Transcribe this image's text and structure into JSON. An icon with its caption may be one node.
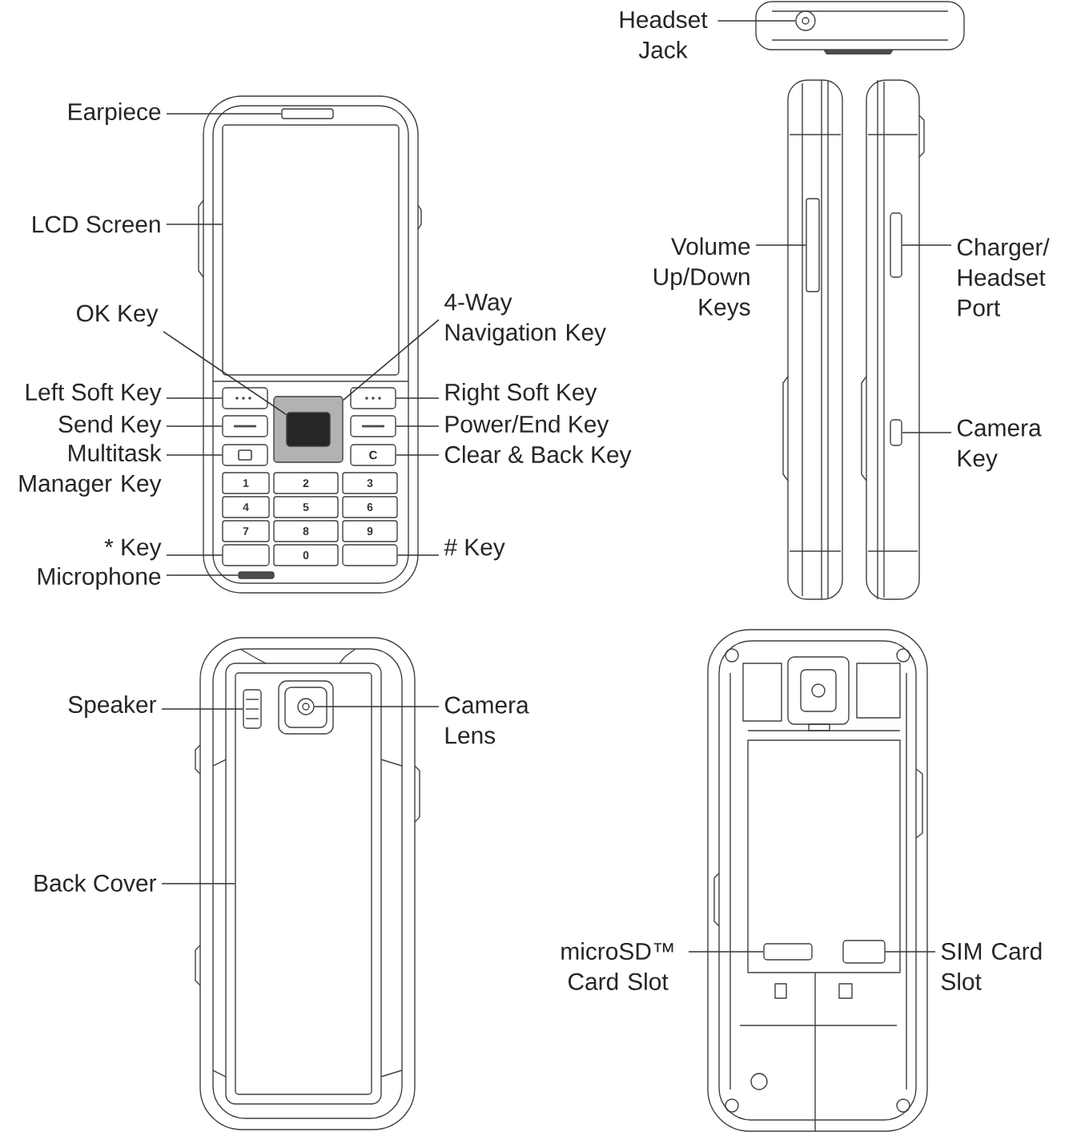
{
  "diagram": {
    "nodes": [
      {
        "text": [
          "Earpiece"
        ]
      },
      {
        "text": [],
        "shape": "bar"
      },
      {
        "text": [
          "LCD Screen"
        ]
      },
      {
        "text": [],
        "shape": "box"
      },
      {
        "text": [
          "OK Key"
        ]
      },
      {
        "text": [
          "4-Way Navigation Key"
        ]
      },
      {
        "text": [],
        "shape": "box"
      },
      {
        "text": [],
        "shape": "box",
        "in": 6
      },
      {
        "text": [
          "Left Soft Key"
        ]
      },
      {
        "text": [],
        "shape": "box"
      },
      {
        "text": [
          "Right Soft Key"
        ]
      },
      {
        "text": [],
        "shape": "box"
      },
      {
        "text": [
          "Send Key"
        ]
      },
      {
        "text": [],
        "shape": "box"
      },
      {
        "text": [
          "Power/End Key"
        ]
      },
      {
        "text": [],
        "shape": "box"
      },
      {
        "text": [
          "Multitask Manager Key"
        ]
      },
      {
        "text": [],
        "shape": "box"
      },
      {
        "text": [
          "Clear & Back Key"
        ]
      },
      {
        "text": [
          "C"
        ]
      },
      {
        "text": [
          "* Key"
        ]
      },
      {
        "text": [],
        "shape": "box"
      },
      {
        "text": [
          "# Key"
        ]
      },
      {
        "text": [],
        "shape": "box"
      },
      {
        "text": [
          "Microphone"
        ]
      },
      {
        "text": [],
        "shape": "bar"
      },
      {
        "text": [
          "Headset Jack"
        ]
      },
      {
        "text": [],
        "shape": "circle"
      },
      {
        "text": [
          "Volume Up/Down Keys"
        ]
      },
      {
        "text": [],
        "shape": "bar"
      },
      {
        "text": [
          "Charger/ Headset Port"
        ]
      },
      {
        "text": [],
        "shape": "box"
      },
      {
        "text": [
          "Camera Key"
        ]
      },
      {
        "text": [],
        "shape": "box"
      },
      {
        "text": [],
        "shape": "box"
      },
      {
        "text": [
          "Speaker"
        ]
      },
      {
        "text": [],
        "shape": "box",
        "in": 34
      },
      {
        "text": [
          "Camera Lens"
        ]
      },
      {
        "text": [],
        "shape": "circle",
        "in": 34
      },
      {
        "text": [
          "Back Cover"
        ]
      },
      {
        "text": [
          "microSD™ Card Slot"
        ]
      },
      {
        "text": [],
        "shape": "box"
      },
      {
        "text": [
          "SIM Card Slot"
        ]
      },
      {
        "text": [],
        "shape": "box"
      }
    ],
    "edges": [
      {
        "from": 0,
        "to": 1,
        "arrow": "none"
      },
      {
        "from": 2,
        "to": 3,
        "arrow": "none"
      },
      {
        "from": 4,
        "to": 7,
        "arrow": "none"
      },
      {
        "from": 5,
        "to": 6,
        "arrow": "none"
      },
      {
        "from": 8,
        "to": 9,
        "arrow": "none"
      },
      {
        "from": 10,
        "to": 11,
        "arrow": "none"
      },
      {
        "from": 12,
        "to": 13,
        "arrow": "none"
      },
      {
        "from": 14,
        "to": 15,
        "arrow": "none"
      },
      {
        "from": 16,
        "to": 17,
        "arrow": "none"
      },
      {
        "from": 18,
        "to": 19,
        "arrow": "none"
      },
      {
        "from": 20,
        "to": 21,
        "arrow": "none"
      },
      {
        "from": 22,
        "to": 23,
        "arrow": "none"
      },
      {
        "from": 24,
        "to": 25,
        "arrow": "none"
      },
      {
        "from": 26,
        "to": 27,
        "arrow": "none"
      },
      {
        "from": 28,
        "to": 29,
        "arrow": "none"
      },
      {
        "from": 30,
        "to": 31,
        "arrow": "none"
      },
      {
        "from": 32,
        "to": 33,
        "arrow": "none"
      },
      {
        "from": 35,
        "to": 36,
        "arrow": "none"
      },
      {
        "from": 37,
        "to": 38,
        "arrow": "none"
      },
      {
        "from": 39,
        "to": 34,
        "arrow": "none"
      },
      {
        "from": 40,
        "to": 41,
        "arrow": "none"
      },
      {
        "from": 42,
        "to": 43,
        "arrow": "none"
      }
    ],
    "labels": [
      "1",
      "2",
      "3",
      "4",
      "5",
      "6",
      "7",
      "8",
      "9",
      "0"
    ]
  }
}
